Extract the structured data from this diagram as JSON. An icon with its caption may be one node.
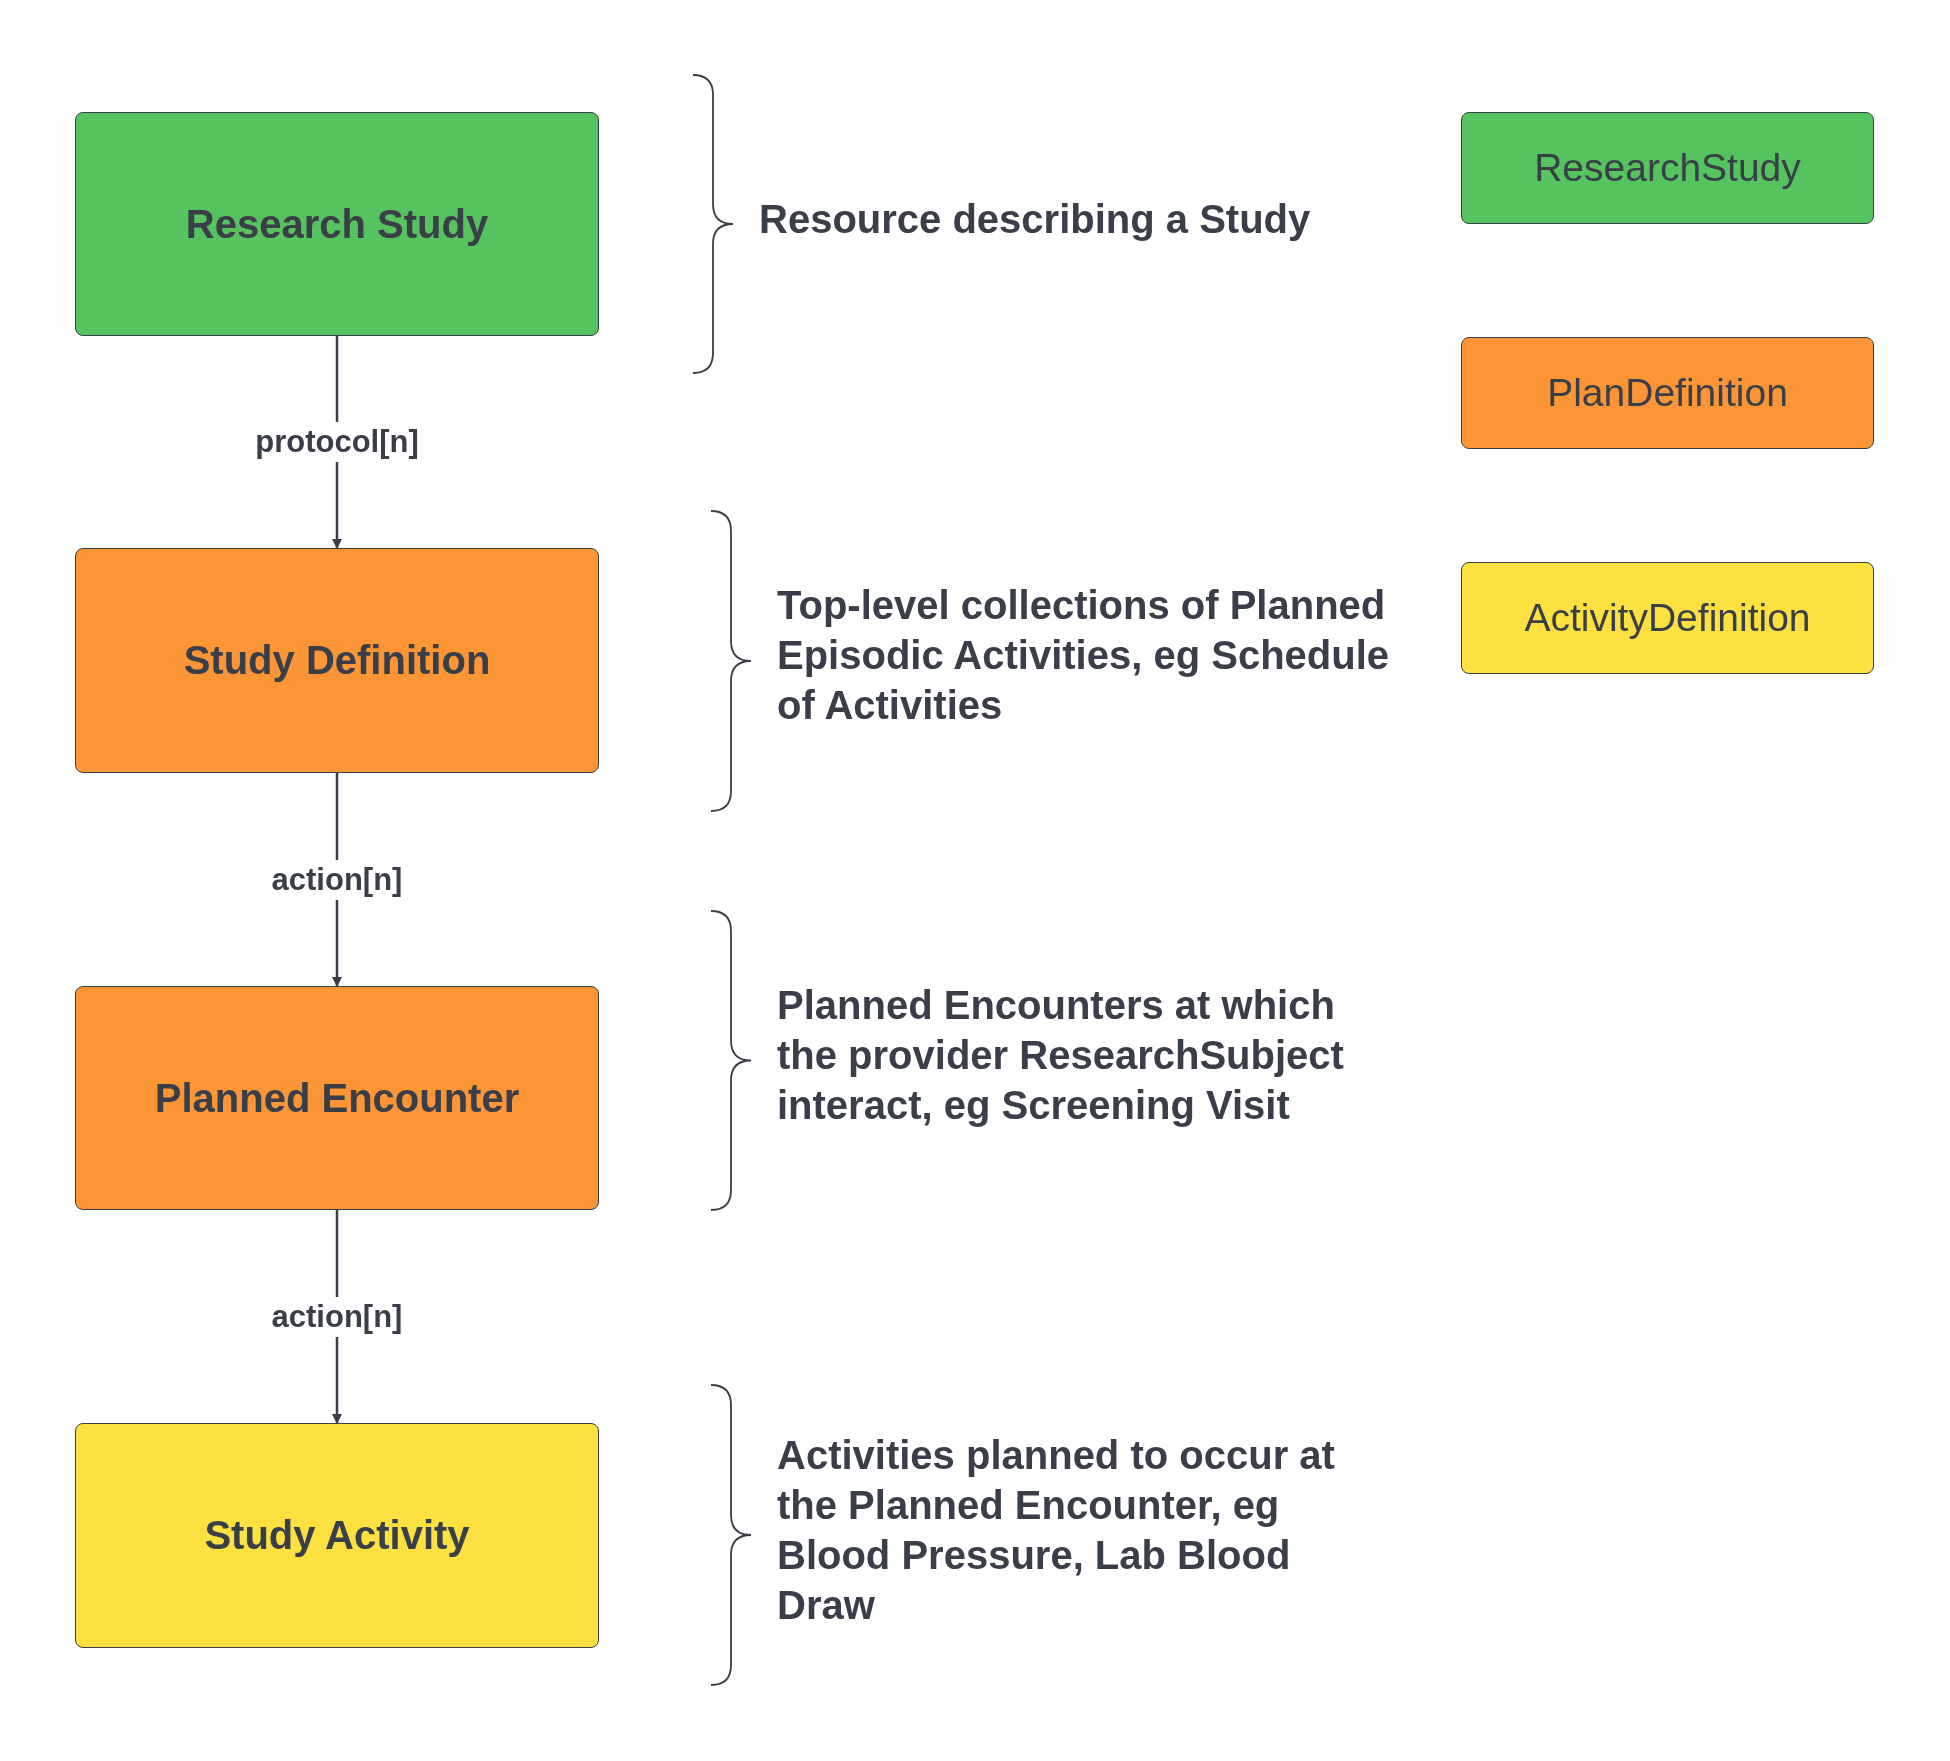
{
  "diagram": {
    "nodes": [
      {
        "text": [
          "Research Study"
        ]
      },
      {
        "text": [
          "Study Definition"
        ]
      },
      {
        "text": [
          "Planned Encounter"
        ]
      },
      {
        "text": [
          "Study Activity"
        ]
      }
    ],
    "edges": [
      {
        "from": 0,
        "to": 1,
        "arrow": "to",
        "label": "protocol[n]"
      },
      {
        "from": 1,
        "to": 2,
        "arrow": "to",
        "label": "action[n]"
      },
      {
        "from": 2,
        "to": 3,
        "arrow": "to",
        "label": "action[n]"
      }
    ],
    "labels": [
      "Resource describing a Study",
      "Top-level collections of Planned Episodic Activities, eg Schedule of Activities",
      "Planned Encounters at which the provider ResearchSubject interact, eg Screening Visit",
      "Activities planned to occur at the Planned Encounter, eg Blood Pressure, Lab Blood Draw"
    ],
    "legend": [
      {
        "text": "ResearchStudy",
        "color": "#55c45e"
      },
      {
        "text": "PlanDefinition",
        "color": "#fb9535"
      },
      {
        "text": "ActivityDefinition",
        "color": "#fde141"
      }
    ]
  }
}
